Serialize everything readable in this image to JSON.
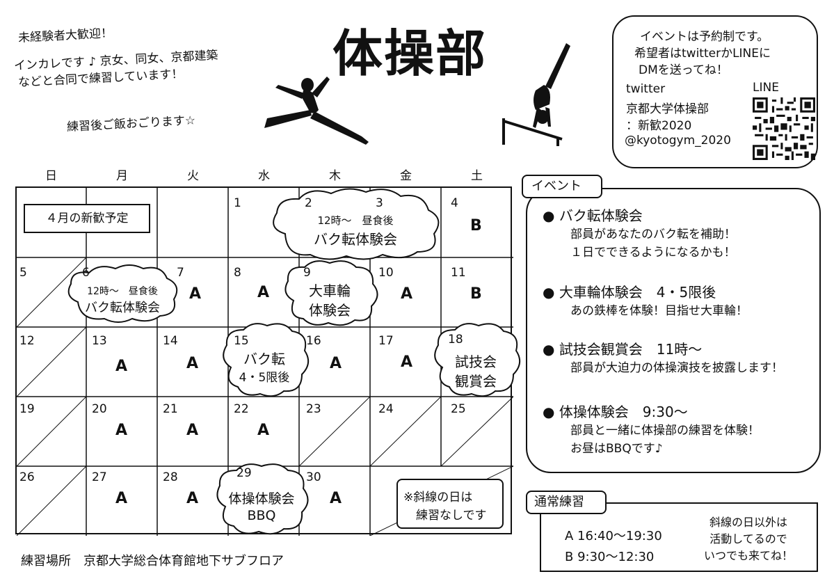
{
  "intro": {
    "line1": "未経験者大歓迎！",
    "line2": "インカレです ♪ 京女、同女、京都建築",
    "line3": "などと合同で練習しています！",
    "line4": "練習後ご飯おごります☆"
  },
  "title": "体操部",
  "info": {
    "line1": "イベントは予約制です。",
    "line2": "希望者はtwitterかLINEに",
    "line3": "DMを送ってね！",
    "twitter_label": "twitter",
    "twitter_name1": "京都大学体操部",
    "twitter_name2": "：新歓2020",
    "twitter_handle": "@kyotogym_2020",
    "line_label": "LINE"
  },
  "calendar": {
    "weekdays": [
      "日",
      "月",
      "火",
      "水",
      "木",
      "金",
      "土"
    ],
    "label": "４月の新歓予定",
    "days": {
      "d1": "1",
      "d2": "2",
      "d3": "3",
      "d4": "4",
      "d5": "5",
      "d6": "6",
      "d7": "7",
      "d8": "8",
      "d9": "9",
      "d10": "10",
      "d11": "11",
      "d12": "12",
      "d13": "13",
      "d14": "14",
      "d15": "15",
      "d16": "16",
      "d17": "17",
      "d18": "18",
      "d19": "19",
      "d20": "20",
      "d21": "21",
      "d22": "22",
      "d23": "23",
      "d24": "24",
      "d25": "25",
      "d26": "26",
      "d27": "27",
      "d28": "28",
      "d29": "29",
      "d30": "30"
    },
    "codes": {
      "a": "A",
      "b": "B"
    },
    "clouds": {
      "c1_time": "12時〜　昼食後",
      "c1_name": "バク転体験会",
      "c6_time": "12時〜　昼食後",
      "c6_name": "バク転体験会",
      "c9_l1": "大車輪",
      "c9_l2": "体験会",
      "c15_l1": "バク転",
      "c15_l2": "4・5限後",
      "c18_l1": "試技会",
      "c18_l2": "観賞会",
      "c29_l1": "体操体験会",
      "c29_l2": "BBQ"
    },
    "note1": "※斜線の日は",
    "note2": "練習なしです"
  },
  "venue": "練習場所　京都大学総合体育館地下サブフロア",
  "events": {
    "tab": "イベント",
    "items": [
      {
        "title": "バク転体験会",
        "detail1": "部員があなたのバク転を補助！",
        "detail2": "１日でできるようになるかも！"
      },
      {
        "title": "大車輪体験会　4・5限後",
        "detail1": "あの鉄棒を体験！目指せ大車輪！"
      },
      {
        "title": "試技会観賞会　11時〜",
        "detail1": "部員が大迫力の体操演技を披露します！"
      },
      {
        "title": "体操体験会　9:30〜",
        "detail1": "部員と一緒に体操部の練習を体験！",
        "detail2": "お昼はBBQです♪"
      }
    ]
  },
  "practice": {
    "tab": "通常練習",
    "a_line": "A  16:40〜19:30",
    "b_line": "B    9:30〜12:30",
    "note1": "斜線の日以外は",
    "note2": "活動してるので",
    "note3": "いつでも来てね！"
  }
}
